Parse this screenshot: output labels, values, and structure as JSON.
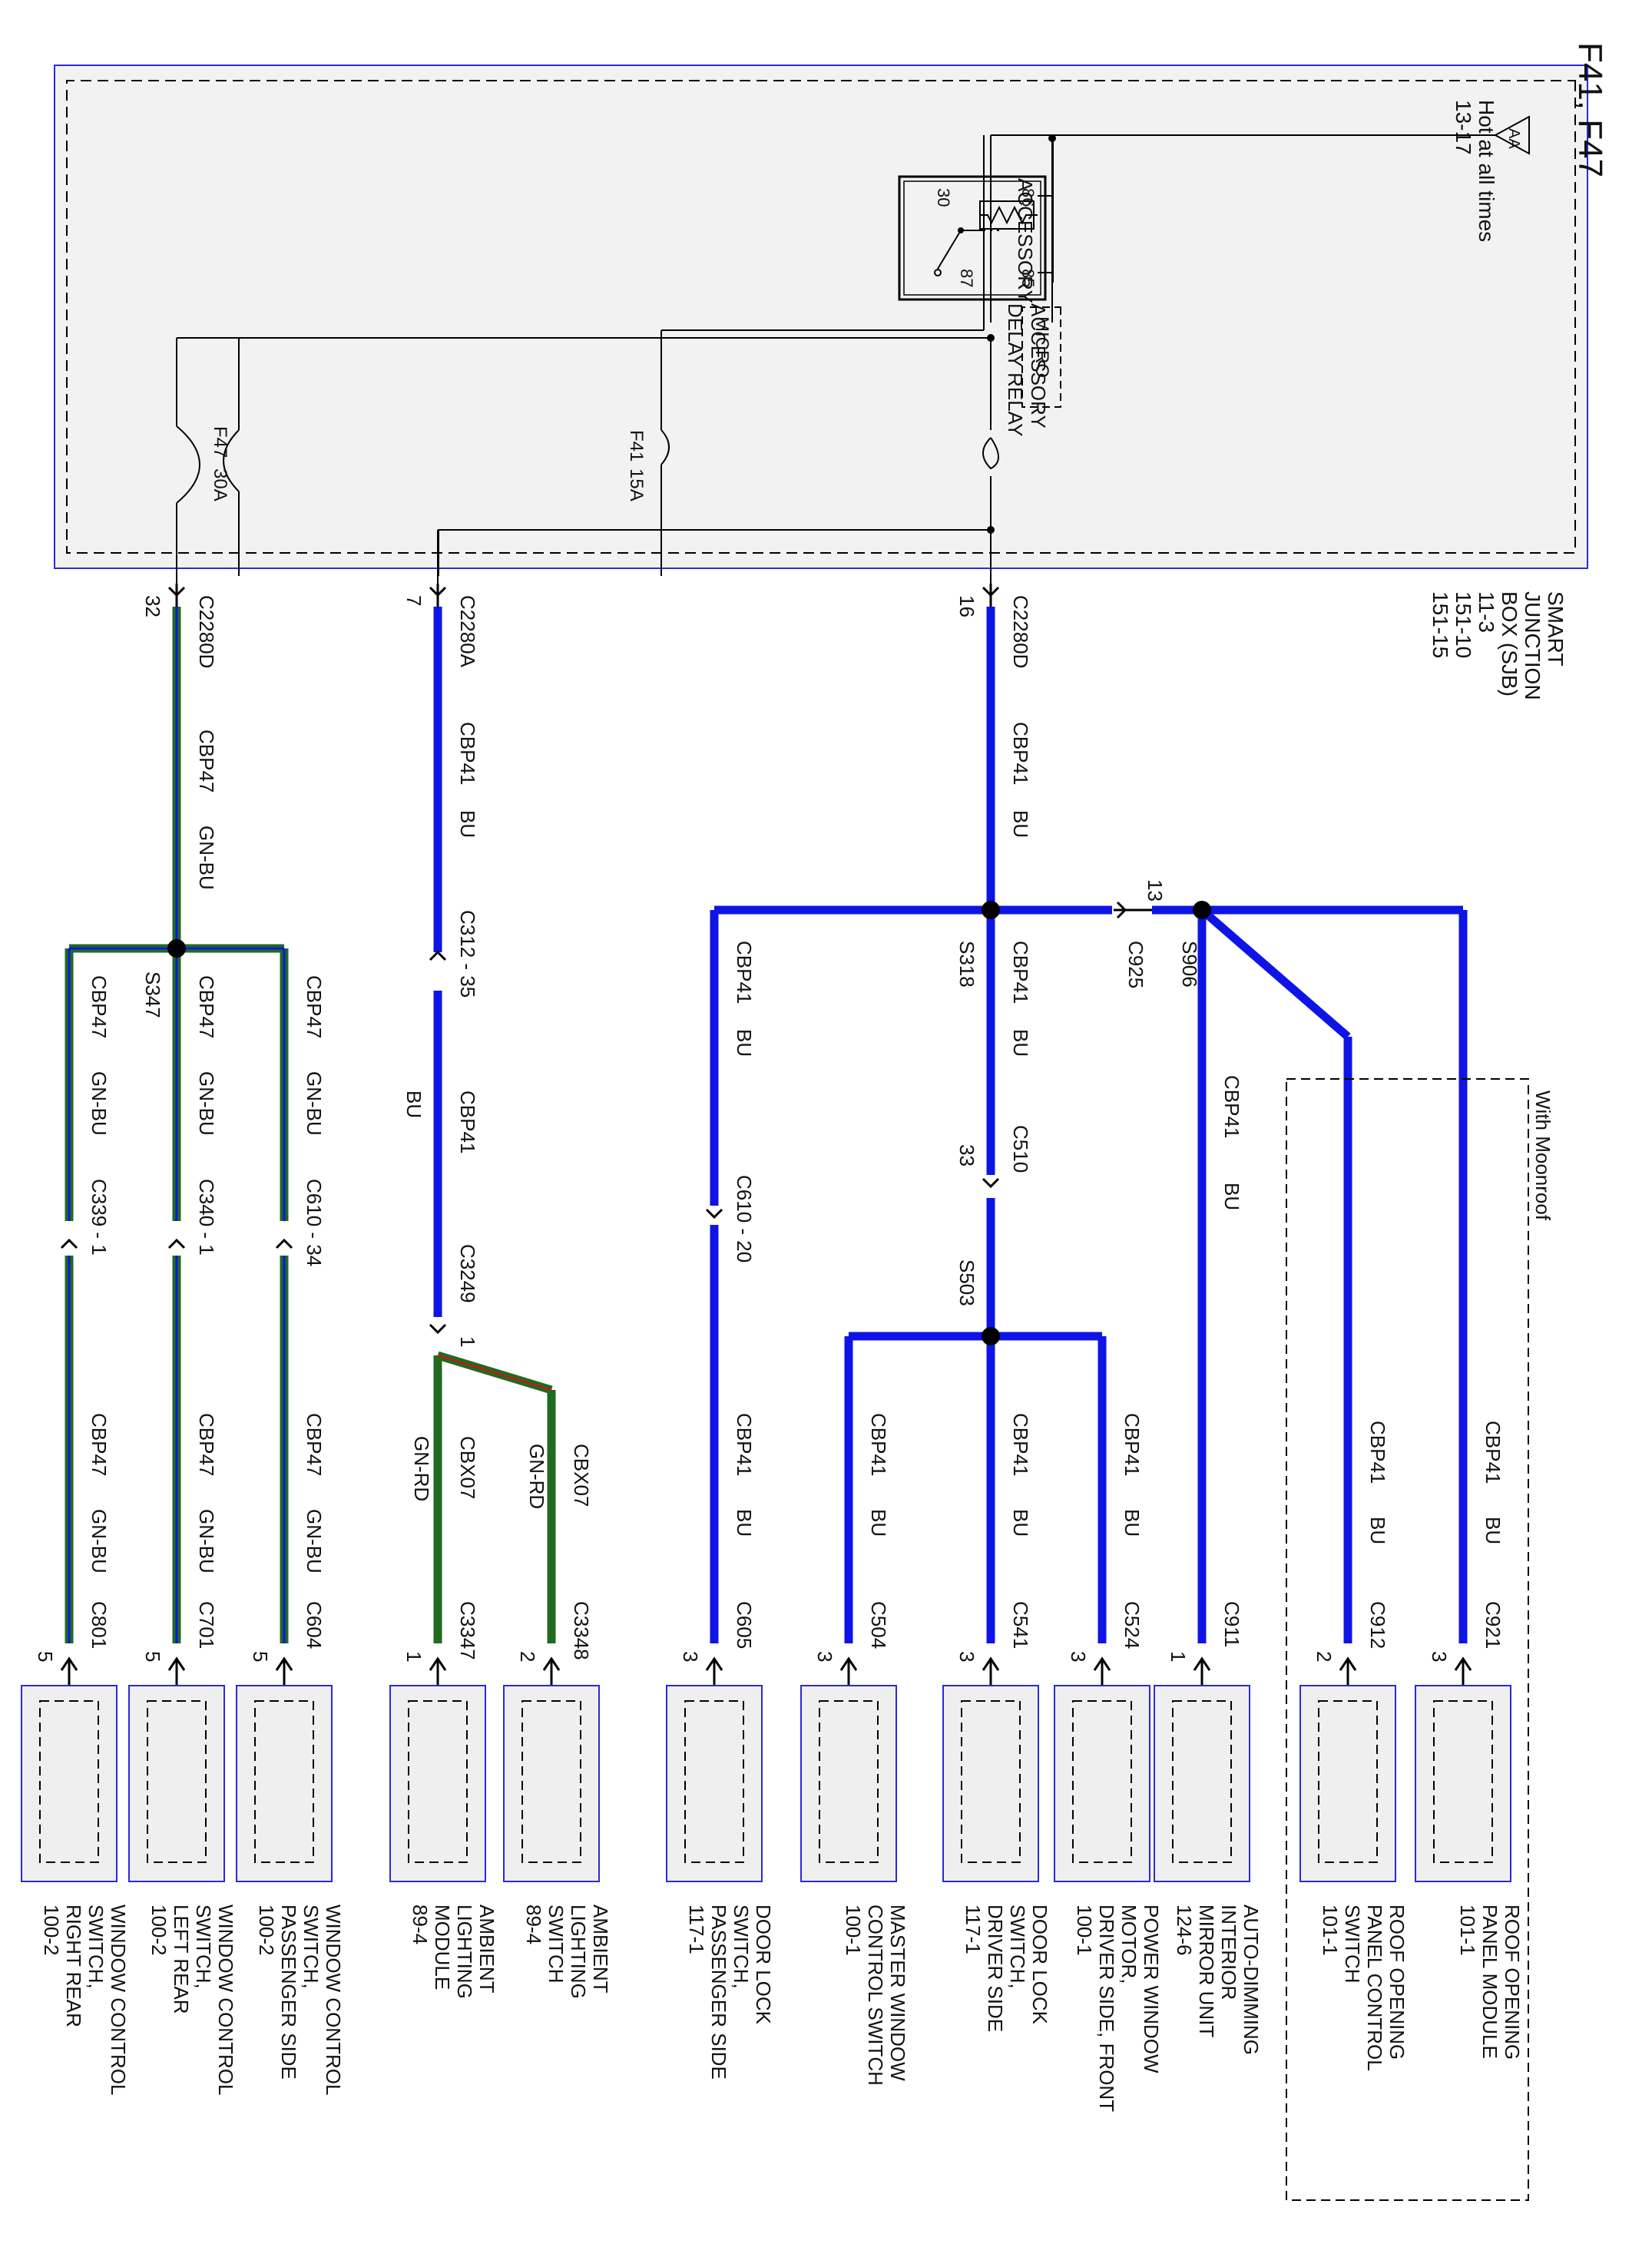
{
  "title": "F41, F47",
  "sjb": {
    "lines": [
      "SMART",
      "JUNCTION",
      "BOX (SJB)",
      "11-3",
      "151-10",
      "151-15"
    ],
    "hot_label": "Hot at all times",
    "hot_ref": "13-17",
    "hot_tag": "AA",
    "relay_lines": [
      "ACCESSORY",
      "DELAY RELAY"
    ],
    "pins": {
      "p86": "86",
      "p85": "85",
      "p30": "30",
      "p87": "87"
    },
    "micro": "MICRO",
    "f41": "F41",
    "f41_rating": "15A",
    "f47": "F47",
    "f47_rating": "30A"
  },
  "moonroof_label": "With Moonroof",
  "labels": {
    "c2280d_a": "C2280D",
    "pin16": "16",
    "c2280a": "C2280A",
    "pin7": "7",
    "c2280d_b": "C2280D",
    "pin32": "32",
    "cbp41": "CBP41",
    "cbp47": "CBP47",
    "cbx07": "CBX07",
    "bu": "BU",
    "gnbu": "GN-BU",
    "gnrd": "GN-RD",
    "s318": "S318",
    "s906": "S906",
    "s503": "S503",
    "s347": "S347",
    "c925": "C925",
    "pin13": "13",
    "c510": "C510",
    "pin33": "33",
    "c610_20": "C610 - 20",
    "c312": "C312 - 35",
    "c3249": "C3249",
    "pin1": "1",
    "c339": "C339 - 1",
    "c340": "C340 - 1",
    "c610_34": "C610 - 34"
  },
  "components": [
    {
      "connector": "C921",
      "pin": "3",
      "lines": [
        "ROOF OPENING",
        "PANEL MODULE",
        "101-1"
      ]
    },
    {
      "connector": "C912",
      "pin": "2",
      "lines": [
        "ROOF OPENING",
        "PANEL CONTROL",
        "SWITCH",
        "101-1"
      ]
    },
    {
      "connector": "C911",
      "pin": "1",
      "lines": [
        "AUTO-DIMMING",
        "INTERIOR",
        "MIRROR UNIT",
        "124-6"
      ]
    },
    {
      "connector": "C524",
      "pin": "3",
      "lines": [
        "POWER WINDOW",
        "MOTOR,",
        "DRIVER SIDE, FRONT",
        "100-1"
      ]
    },
    {
      "connector": "C541",
      "pin": "3",
      "lines": [
        "DOOR LOCK",
        "SWITCH,",
        "DRIVER SIDE",
        "117-1"
      ]
    },
    {
      "connector": "C504",
      "pin": "3",
      "lines": [
        "MASTER WINDOW",
        "CONTROL SWITCH",
        "100-1"
      ]
    },
    {
      "connector": "C605",
      "pin": "3",
      "lines": [
        "DOOR LOCK",
        "SWITCH,",
        "PASSENGER SIDE",
        "117-1"
      ]
    },
    {
      "connector": "C3348",
      "pin": "2",
      "lines": [
        "AMBIENT",
        "LIGHTING",
        "SWITCH",
        "89-4"
      ]
    },
    {
      "connector": "C3347",
      "pin": "1",
      "lines": [
        "AMBIENT",
        "LIGHTING",
        "MODULE",
        "89-4"
      ]
    },
    {
      "connector": "C604",
      "pin": "5",
      "lines": [
        "WINDOW CONTROL",
        "SWITCH,",
        "PASSENGER SIDE",
        "100-2"
      ]
    },
    {
      "connector": "C701",
      "pin": "5",
      "lines": [
        "WINDOW CONTROL",
        "SWITCH,",
        "LEFT REAR",
        "100-2"
      ]
    },
    {
      "connector": "C801",
      "pin": "5",
      "lines": [
        "WINDOW CONTROL",
        "SWITCH,",
        "RIGHT REAR",
        "100-2"
      ]
    }
  ],
  "colors": {
    "blue": "#0f14e6",
    "green": "#1f6b1f",
    "red": "#b0221a",
    "frame": "#2a2ad8"
  }
}
